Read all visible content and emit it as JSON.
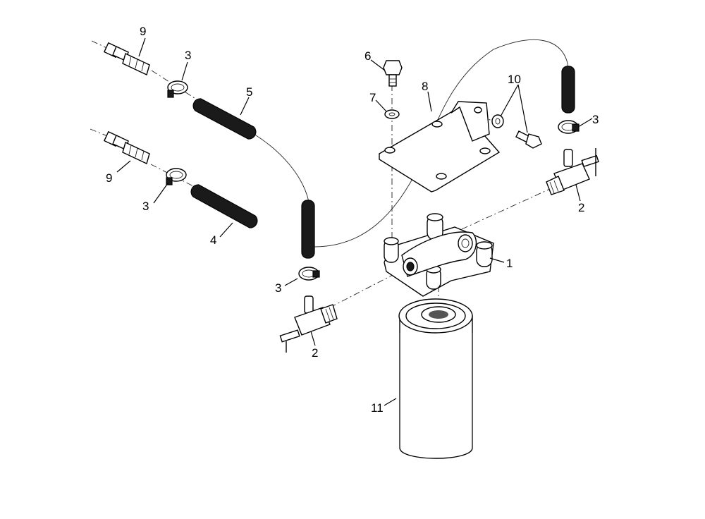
{
  "callouts": {
    "c1": "1",
    "c2a": "2",
    "c2b": "2",
    "c3a": "3",
    "c3b": "3",
    "c3c": "3",
    "c3d": "3",
    "c4": "4",
    "c5": "5",
    "c6": "6",
    "c7": "7",
    "c8": "8",
    "c9a": "9",
    "c9b": "9",
    "c10": "10",
    "c11": "11"
  }
}
